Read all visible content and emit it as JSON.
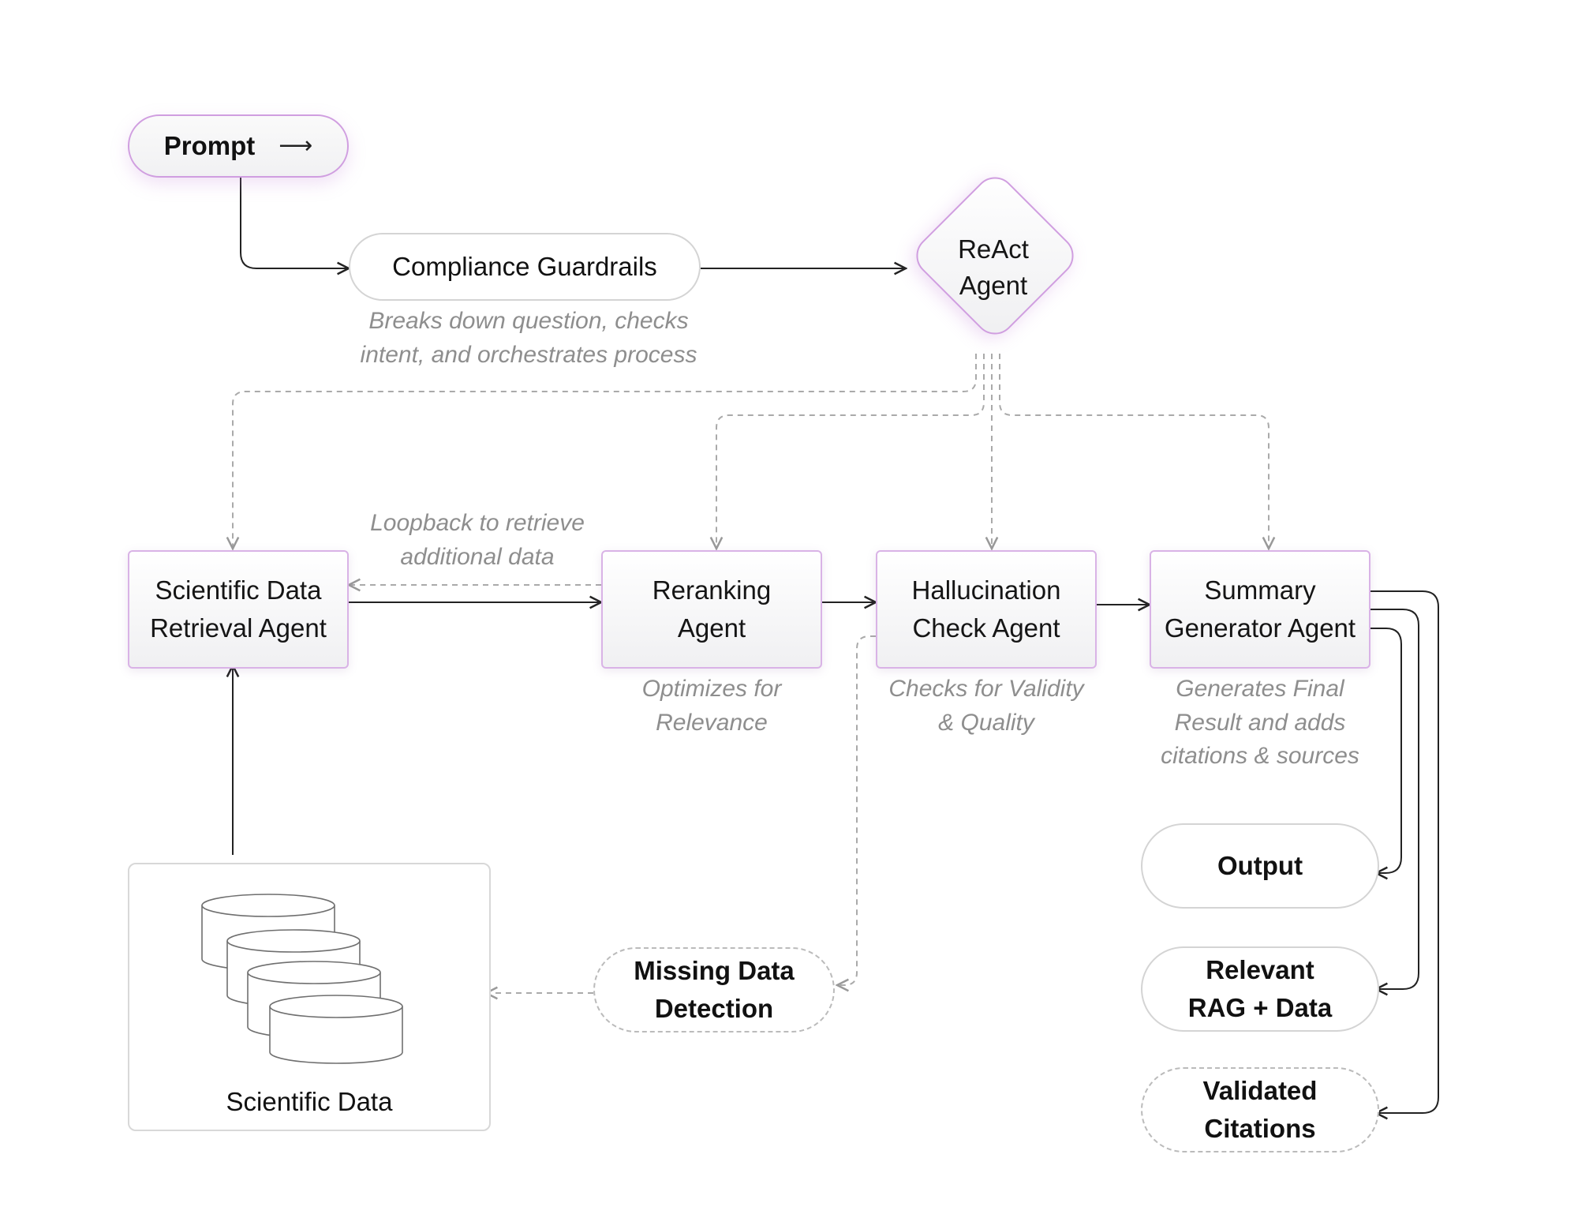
{
  "nodes": {
    "prompt": "Prompt",
    "compliance": "Compliance Guardrails",
    "react": [
      "ReAct",
      "Agent"
    ],
    "retrieval": [
      "Scientific Data",
      "Retrieval Agent"
    ],
    "reranking": [
      "Reranking",
      "Agent"
    ],
    "hallucination": [
      "Hallucination",
      "Check Agent"
    ],
    "summary": [
      "Summary",
      "Generator Agent"
    ],
    "output": "Output",
    "relevant": [
      "Relevant",
      "RAG + Data"
    ],
    "validated": [
      "Validated",
      "Citations"
    ],
    "missing": [
      "Missing Data",
      "Detection"
    ],
    "scientific_data": "Scientific Data"
  },
  "notes": {
    "compliance": [
      "Breaks down question, checks",
      "intent, and orchestrates process"
    ],
    "loopback": [
      "Loopback to retrieve",
      "additional data"
    ],
    "reranking": [
      "Optimizes for",
      "Relevance"
    ],
    "hallucination": [
      "Checks for Validity",
      "& Quality"
    ],
    "summary": [
      "Generates Final",
      "Result and adds",
      "citations & sources"
    ]
  },
  "icons": {
    "prompt_arrow": "long-right-arrow-icon",
    "database": "database-stack-icon"
  },
  "colors": {
    "accent_border": "#d9b3e6",
    "connector": "#222222",
    "dashed_connector": "#aaaaaa",
    "note_text": "#8e8e8e"
  }
}
